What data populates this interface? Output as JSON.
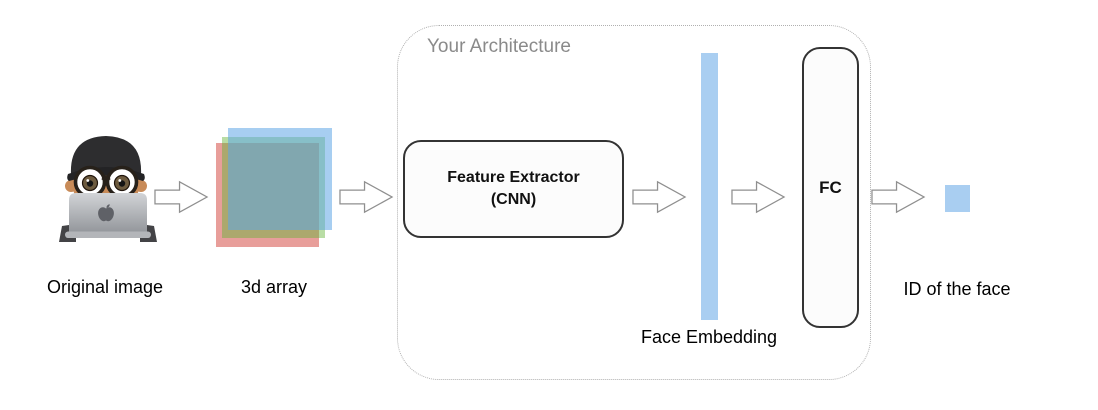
{
  "stages": {
    "original_image": {
      "label": "Original image"
    },
    "array_3d": {
      "label": "3d array"
    },
    "face_embedding": {
      "label": "Face Embedding"
    },
    "id_of_face": {
      "label": "ID of the face"
    }
  },
  "architecture": {
    "title": "Your Architecture",
    "feature_extractor": {
      "line1": "Feature Extractor",
      "line2": "(CNN)"
    },
    "fc": {
      "label": "FC"
    }
  },
  "icons": {
    "memoji": "person-in-cap-with-laptop-memoji",
    "arrow": "right-block-arrow"
  },
  "colors": {
    "embedding_blue": "#a9cef1",
    "channel_red": "#cd281e",
    "channel_green": "#64b437",
    "channel_blue": "#5fa5e6",
    "container_border": "#b0b0b0",
    "node_border": "#333333",
    "title_gray": "#8a8a8a"
  }
}
